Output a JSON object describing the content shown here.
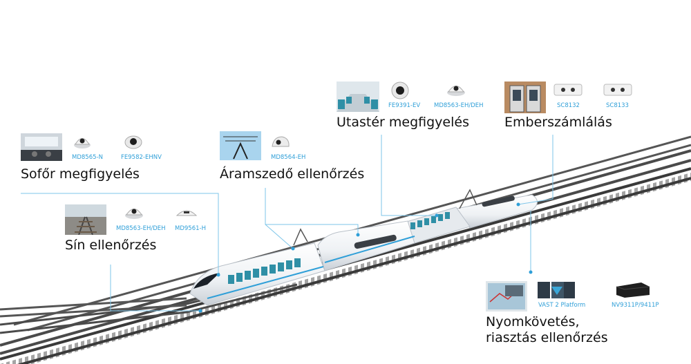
{
  "colors": {
    "accent": "#2f9fd8",
    "title_text": "#111111",
    "track_rail": "#3a3a3a",
    "train_body": "#f4f6f8",
    "seat": "#2f8fa6",
    "leader_line": "#7ec6ea"
  },
  "sections": {
    "driver": {
      "title": "Sofőr megfigyelés",
      "models": [
        "MD8565-N",
        "FE9582-EHNV"
      ],
      "icons": [
        "cab-interior-photo",
        "dome-camera-icon",
        "fisheye-camera-icon"
      ]
    },
    "pantograph": {
      "title": "Áramszedő ellenőrzés",
      "models": [
        "MD8564-EH"
      ],
      "icons": [
        "pantograph-photo",
        "mobile-dome-camera-icon"
      ]
    },
    "cabin": {
      "title": "Utastér megfigyelés",
      "models": [
        "FE9391-EV",
        "MD8563-EH/DEH"
      ],
      "icons": [
        "passenger-cabin-photo",
        "fisheye-camera-icon",
        "dome-camera-icon"
      ]
    },
    "counting": {
      "title": "Emberszámlálás",
      "models": [
        "SC8132",
        "SC8133"
      ],
      "icons": [
        "train-door-photo",
        "stereo-counter-icon",
        "stereo-counter-icon"
      ]
    },
    "rail": {
      "title": "Sín ellenőrzés",
      "models": [
        "MD8563-EH/DEH",
        "MD9561-H"
      ],
      "icons": [
        "railway-track-photo",
        "dome-camera-icon",
        "low-profile-dome-icon"
      ]
    },
    "tracking": {
      "title_line1": "Nyomkövetés,",
      "title_line2": "riasztás ellenőrzés",
      "models": [
        "VAST 2 Platform",
        "NV9311P/9411P"
      ],
      "icons": [
        "map-screen-photo",
        "vast-software-icon",
        "nvr-box-icon"
      ]
    }
  }
}
